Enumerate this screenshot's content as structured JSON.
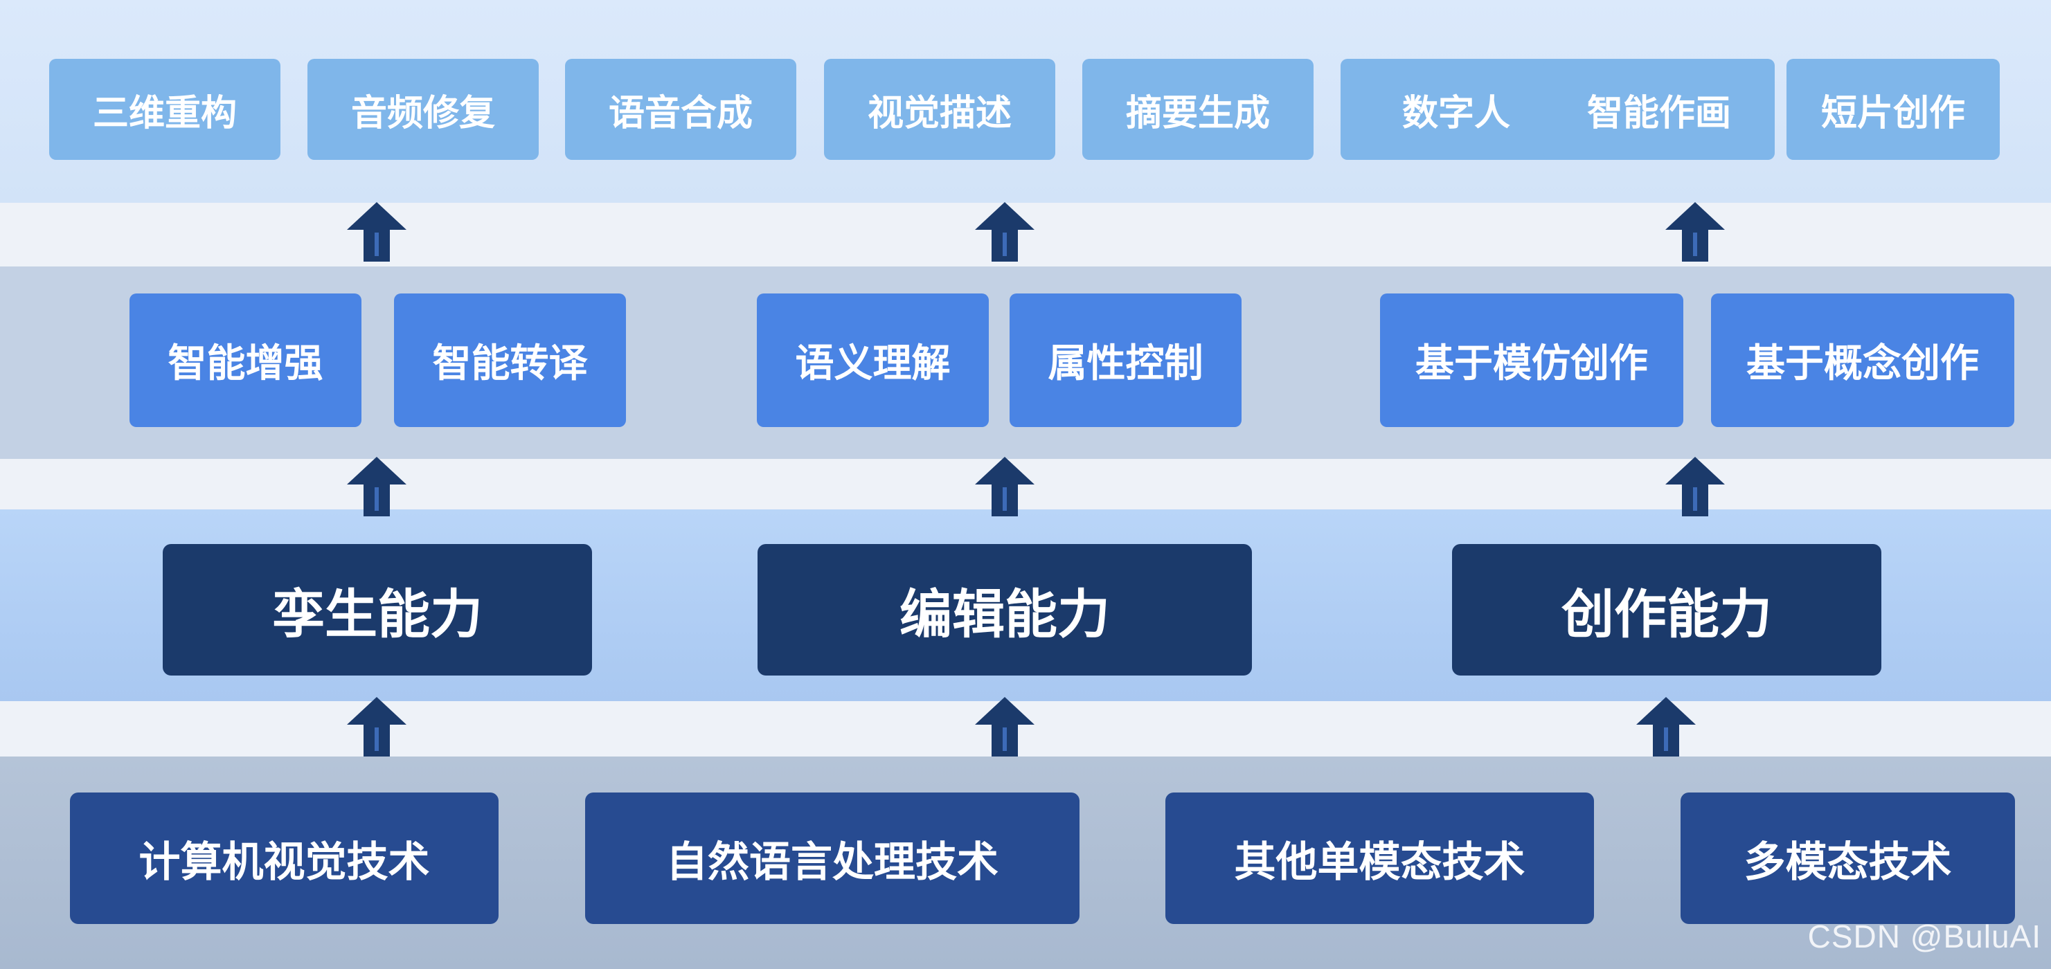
{
  "applications": [
    "三维重构",
    "音频修复",
    "语音合成",
    "视觉描述",
    "摘要生成",
    "数字人",
    "智能作画",
    "短片创作"
  ],
  "capabilities": [
    "智能增强",
    "智能转译",
    "语义理解",
    "属性控制",
    "基于模仿创作",
    "基于概念创作"
  ],
  "core_abilities": [
    "孪生能力",
    "编辑能力",
    "创作能力"
  ],
  "technologies": [
    "计算机视觉技术",
    "自然语言处理技术",
    "其他单模态技术",
    "多模态技术"
  ],
  "watermark": "CSDN @BuluAI",
  "colors": {
    "application_box": "#7fb6ea",
    "capability_box": "#4a84e4",
    "core_box": "#1b3a6b",
    "technology_box": "#274b91",
    "arrow": "#1b3a6b"
  }
}
